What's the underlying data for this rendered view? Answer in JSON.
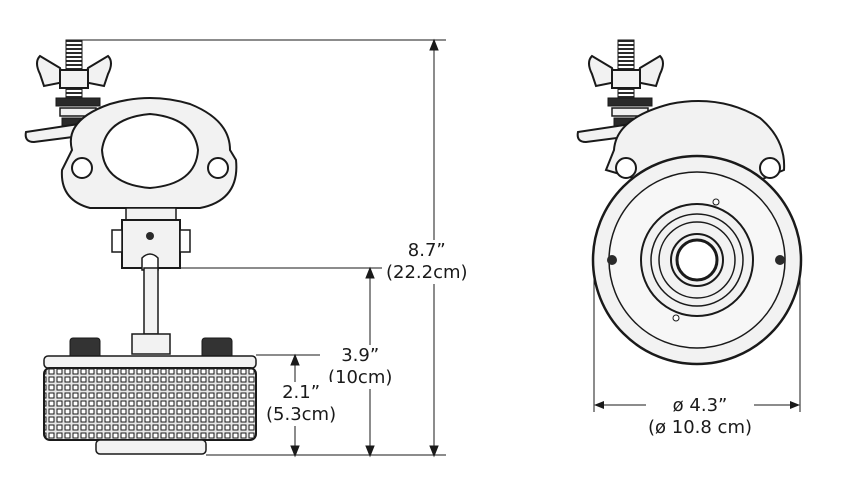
{
  "dimensions": {
    "total_height": {
      "imperial": "8.7”",
      "metric": "(22.2cm)"
    },
    "stem_height": {
      "imperial": "3.9”",
      "metric": "(10cm)"
    },
    "body_height": {
      "imperial": "2.1”",
      "metric": "(5.3cm)"
    },
    "diameter": {
      "imperial": "ø 4.3”",
      "metric": "(ø 10.8 cm)"
    }
  },
  "colors": {
    "line": "#1a1a1a",
    "metal": "#f2f2f2",
    "dark": "#2a2a2a",
    "knob": "#333333"
  },
  "views": [
    "side-view",
    "bottom-view"
  ]
}
